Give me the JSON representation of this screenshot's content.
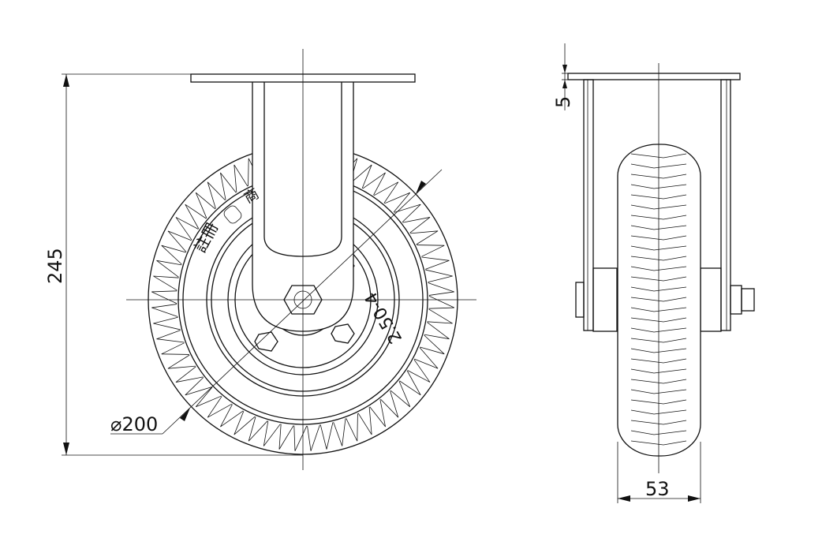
{
  "title": "Fixed caster with 2.50-4 tyre",
  "dimensions": {
    "height": "245",
    "diameter": "⌀200",
    "width": "53",
    "plate_thickness": "5"
  },
  "tyre_markings": {
    "size": "2.50-4",
    "registered": "註冊",
    "trademark": "商"
  }
}
